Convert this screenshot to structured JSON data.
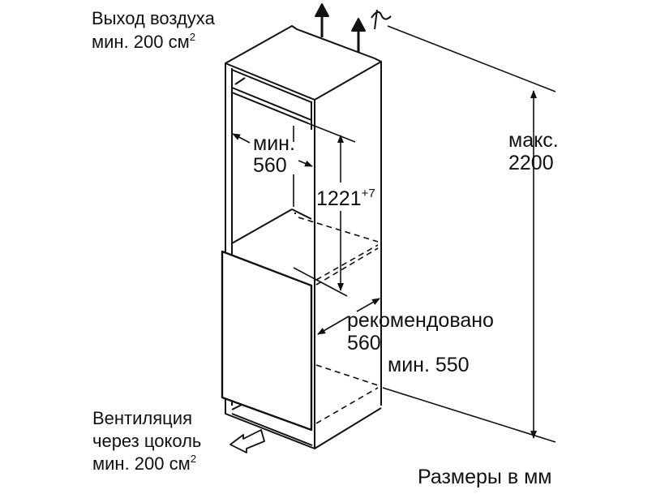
{
  "labels": {
    "air_outlet_line1": "Выход воздуха",
    "air_outlet_line2": "мин. 200 см",
    "air_outlet_sup": "2",
    "niche_width_line1": "мин.",
    "niche_width_line2": "560",
    "appliance_height": "1221",
    "appliance_height_tolerance": "+7",
    "max_height_line1": "макс.",
    "max_height_line2": "2200",
    "recommended_depth_line1": "рекомендовано",
    "recommended_depth_line2": "560",
    "min_depth": "мин. 550",
    "ventilation_line1": "Вентиляция",
    "ventilation_line2": "через цоколь",
    "ventilation_line3": "мин. 200 см",
    "ventilation_sup": "2",
    "units_note": "Размеры в мм"
  }
}
